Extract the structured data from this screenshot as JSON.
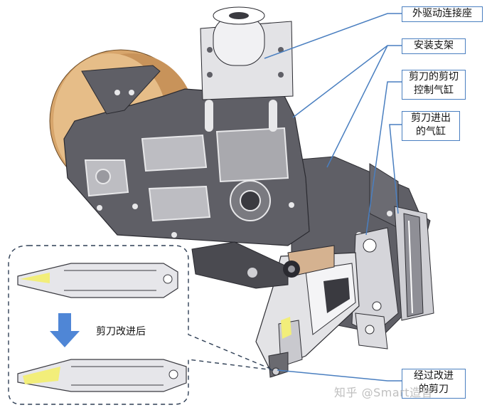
{
  "callouts": {
    "external_drive_seat": "外驱动连接座",
    "mounting_bracket": "安装支架",
    "cut_control_cylinder_line1": "剪刀的剪切",
    "cut_control_cylinder_line2": "控制气缸",
    "feed_cylinder_line1": "剪刀进出",
    "feed_cylinder_line2": "的气缸",
    "improved_scissors_line1": "经过改进",
    "improved_scissors_line2": "的剪刀"
  },
  "inset": {
    "after_improvement_label": "剪刀改进后"
  },
  "watermark": {
    "text": "知乎 @Smart造音"
  },
  "colors": {
    "callout_line": "#4a7fc0",
    "plate": "#5f5f66",
    "plate_dark": "#3f3f46",
    "highlight": "#e0e0e4",
    "wheel": "#d7a56b",
    "blade_yellow": "#f2ee7a",
    "arrow_blue": "#4f86d6"
  }
}
